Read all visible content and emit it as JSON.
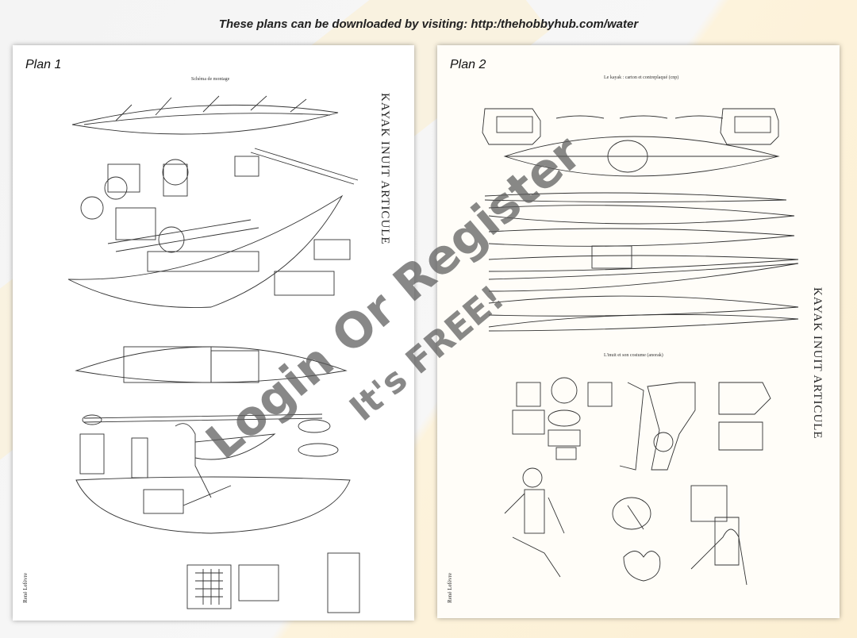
{
  "header": {
    "notice": "These plans can be downloaded by visiting: http:/thehobbyhub.com/water"
  },
  "plan1": {
    "label": "Plan 1",
    "subtitle": "Schéma de montage",
    "vertical_title": "KAYAK INUIT ARTICULE",
    "author": "René Lefèvre"
  },
  "plan2": {
    "label": "Plan 2",
    "subtitle": "Le kayak : carton et contreplaqué (cnp)",
    "section2": "L'inuit et son costume (anorak)",
    "vertical_title": "KAYAK INUIT ARTICULE",
    "author": "René Lefèvre"
  },
  "watermark": {
    "line1": "Login Or Register",
    "line2": "It's FREE!"
  }
}
